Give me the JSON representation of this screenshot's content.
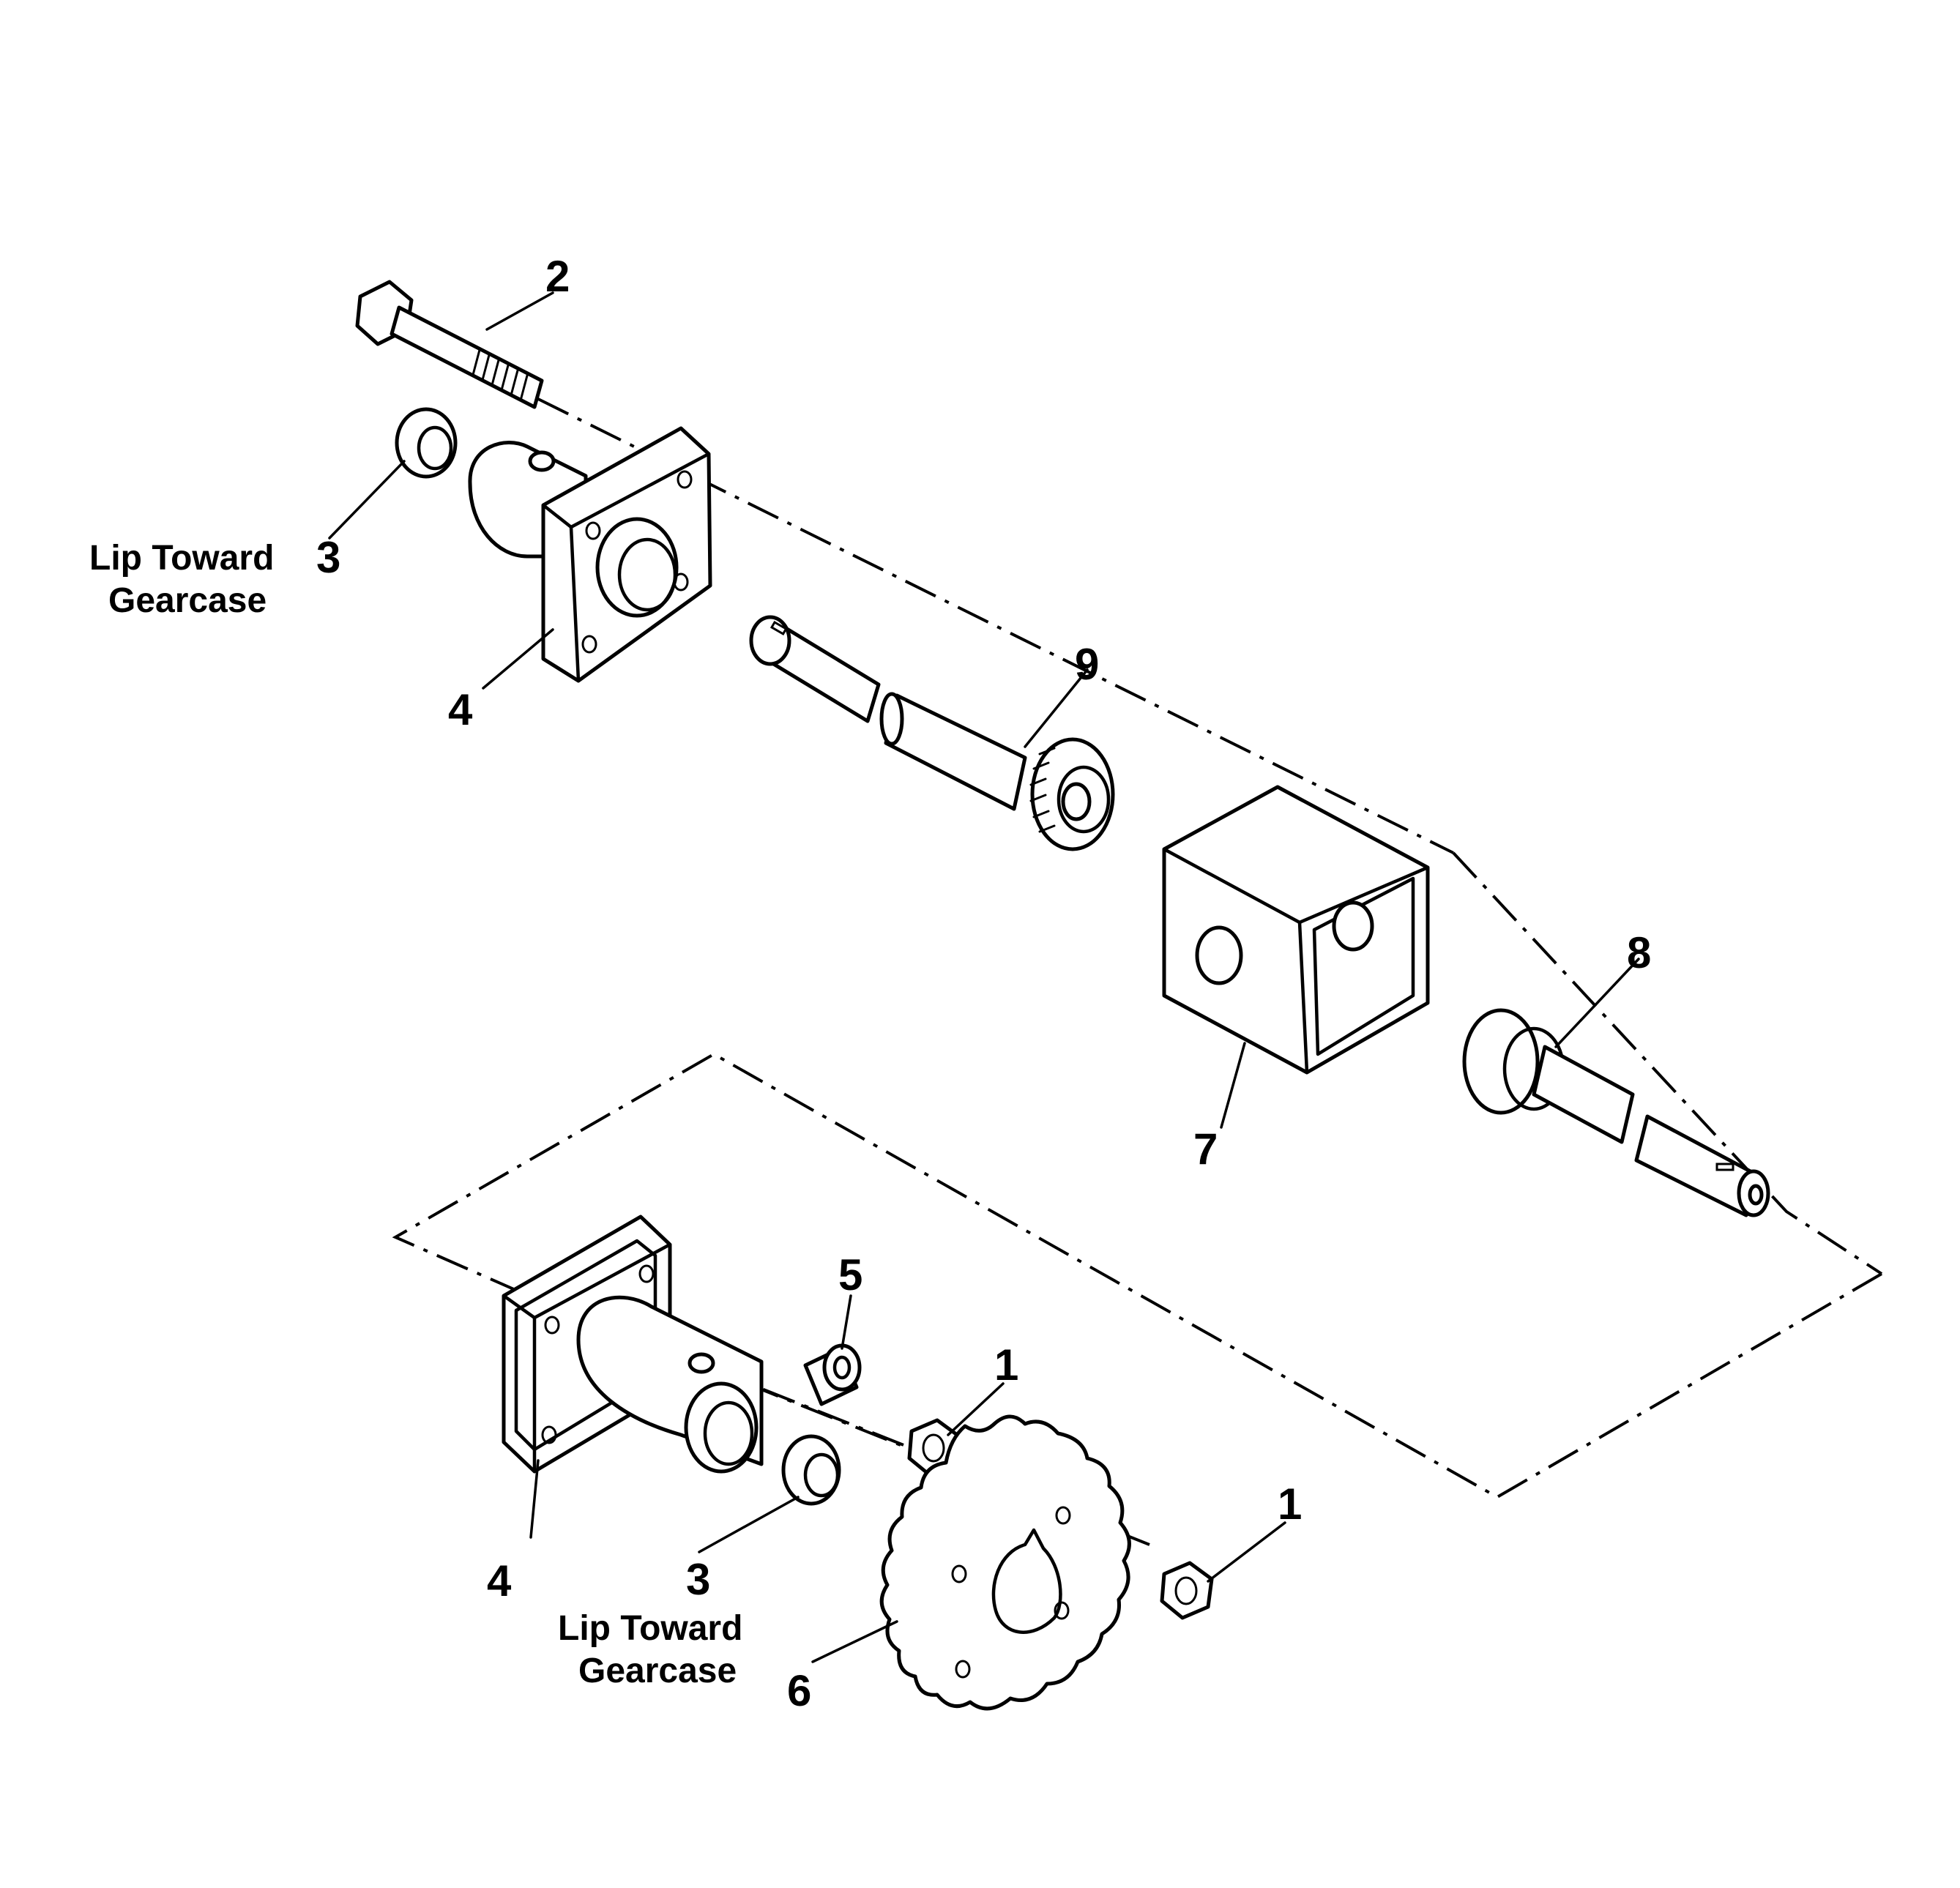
{
  "callouts": {
    "c2": "2",
    "c3_top": "3",
    "c4_top": "4",
    "c9": "9",
    "c8": "8",
    "c7": "7",
    "c5": "5",
    "c1_top": "1",
    "c1_bottom": "1",
    "c4_bottom": "4",
    "c3_bottom": "3",
    "c6": "6"
  },
  "notes": {
    "top_line1": "Lip Toward",
    "top_line2": "Gearcase",
    "bottom_line1": "Lip Toward",
    "bottom_line2": "Gearcase"
  }
}
